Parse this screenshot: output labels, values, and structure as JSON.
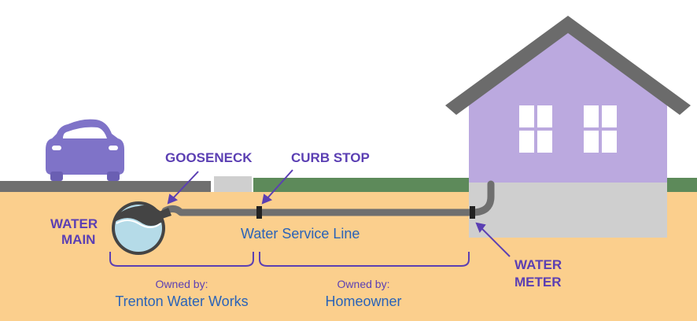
{
  "labels": {
    "gooseneck": "GOOSENECK",
    "curb_stop": "CURB STOP",
    "water_main_line1": "WATER",
    "water_main_line2": "MAIN",
    "service_line": "Water Service Line",
    "water_meter_line1": "WATER",
    "water_meter_line2": "METER",
    "owned_by_left": "Owned by:",
    "owner_left": "Trenton Water Works",
    "owned_by_right": "Owned by:",
    "owner_right": "Homeowner"
  },
  "colors": {
    "soil": "#fbcf8d",
    "grass": "#5d8a5a",
    "road": "#6f6f6f",
    "pipe": "#6f6f6f",
    "house": "#bba9df",
    "roof": "#6b6b6b",
    "basement": "#cfcfcf",
    "car": "#7f73c8",
    "water": "#b5dbe8",
    "label_purple": "#5b3fb3",
    "label_blue": "#2a63b8"
  }
}
